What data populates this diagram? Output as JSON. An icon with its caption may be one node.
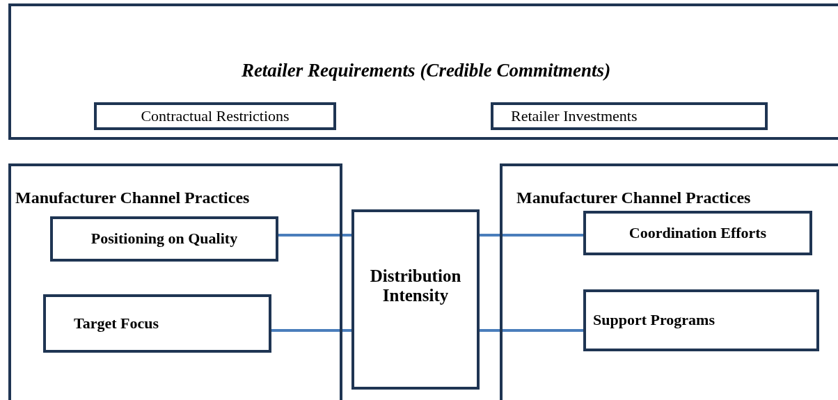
{
  "diagram": {
    "nodes": [
      {
        "text": [
          "Retailer Requirements (Credible Commitments)"
        ]
      },
      {
        "text": [
          "Contractual Restrictions"
        ],
        "in": 0
      },
      {
        "text": [
          "Retailer Investments"
        ],
        "in": 0
      },
      {
        "text": [
          "Manufacturer Channel Practices"
        ]
      },
      {
        "text": [
          "Positioning on Quality"
        ],
        "in": 3
      },
      {
        "text": [
          "Target Focus"
        ],
        "in": 3
      },
      {
        "text": [
          "Distribution Intensity"
        ]
      },
      {
        "text": [
          "Manufacturer Channel Practices"
        ]
      },
      {
        "text": [
          "Coordination Efforts"
        ],
        "in": 7
      },
      {
        "text": [
          "Support Programs"
        ],
        "in": 7
      }
    ],
    "edges": [
      {
        "from": 4,
        "to": 6,
        "arrow": "none"
      },
      {
        "from": 5,
        "to": 6,
        "arrow": "none"
      },
      {
        "from": 6,
        "to": 8,
        "arrow": "none"
      },
      {
        "from": 6,
        "to": 9,
        "arrow": "none"
      }
    ]
  }
}
